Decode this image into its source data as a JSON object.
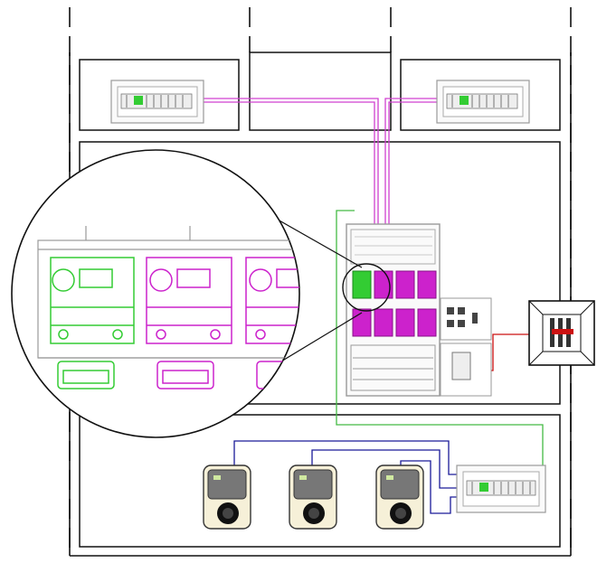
{
  "colors": {
    "frame": "#111111",
    "structure": "#9a9a9a",
    "meter_green": "#33cc33",
    "meter_magenta": "#cc22cc",
    "cable_magenta": "#d040d0",
    "cable_green": "#44bb44",
    "cable_blue": "#1a1a99",
    "cable_red": "#cc1111",
    "charger_body": "#f6f0d8",
    "charger_face": "#777777"
  },
  "distribution_boards": [
    "top-left-board",
    "top-right-board",
    "bottom-right-board"
  ],
  "chargers": [
    "charger-1",
    "charger-2",
    "charger-3"
  ],
  "icons": [
    "magnifier-callout",
    "isolator-switch",
    "meter-cabinet"
  ]
}
